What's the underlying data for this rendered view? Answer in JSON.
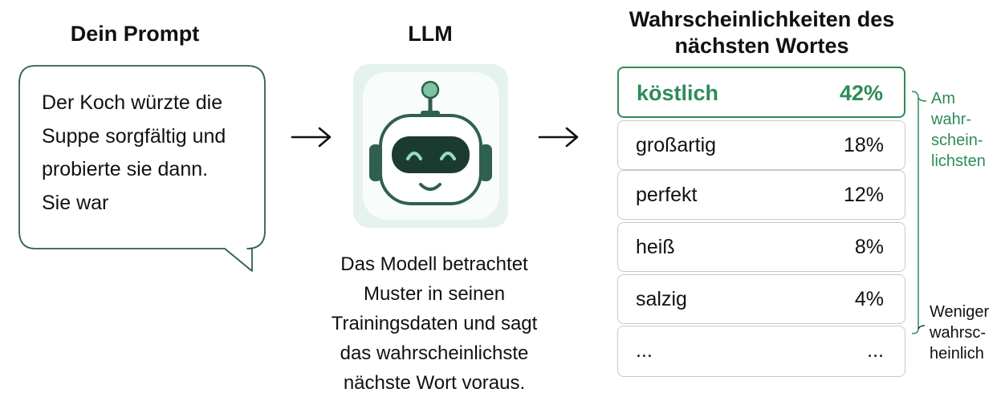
{
  "prompt": {
    "heading": "Dein Prompt",
    "text": "Der Koch würzte die\nSuppe sorgfältig und\nprobierte sie dann.\nSie war"
  },
  "llm": {
    "heading": "LLM",
    "description": "Das Modell betrachtet\nMuster in seinen\nTrainingsdaten und sagt\ndas wahrscheinlichste\nnächste Wort voraus."
  },
  "probabilities": {
    "heading": "Wahrscheinlichkeiten des\nnächsten Wortes",
    "rows": [
      {
        "word": "köstlich",
        "value": "42%"
      },
      {
        "word": "großartig",
        "value": "18%"
      },
      {
        "word": "perfekt",
        "value": "12%"
      },
      {
        "word": "heiß",
        "value": "8%"
      },
      {
        "word": "salzig",
        "value": "4%"
      },
      {
        "word": "...",
        "value": "..."
      }
    ],
    "label_most": "Am\nwahr-\nschein-\nlichsten",
    "label_less": "Weniger\nwahrsc-\nheinlich"
  },
  "colors": {
    "accent": "#2e8b57",
    "robot_dark": "#2f5f4f",
    "robot_card_bg": "#e6f2ec"
  },
  "icons": {
    "arrow": "right-arrow-icon",
    "robot": "robot-icon",
    "brace": "bracket-icon"
  }
}
